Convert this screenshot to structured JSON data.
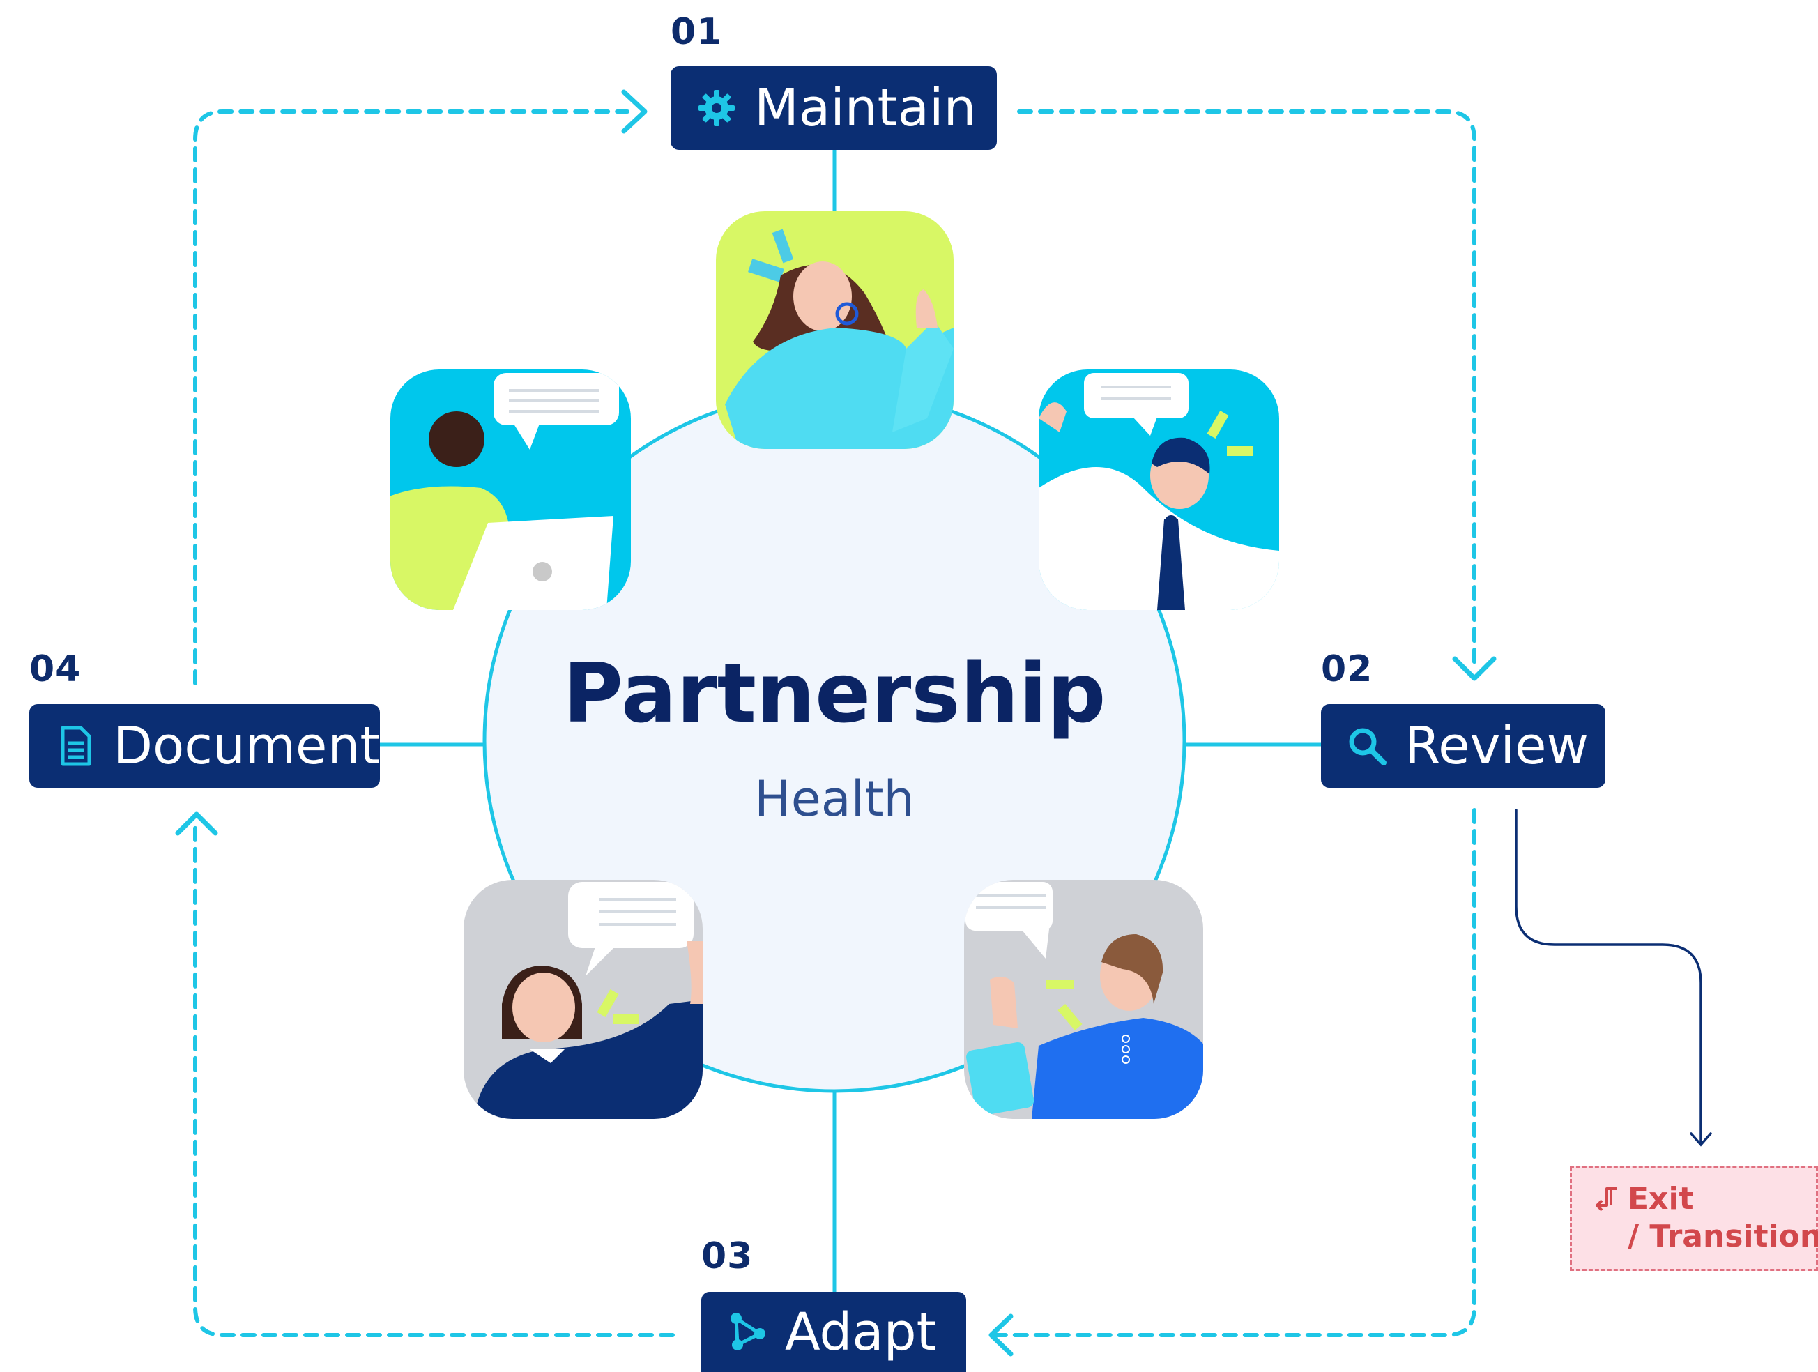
{
  "center": {
    "title": "Partnership",
    "subtitle": "Health"
  },
  "steps": [
    {
      "number": "01",
      "label": "Maintain",
      "icon": "gear-icon"
    },
    {
      "number": "02",
      "label": "Review",
      "icon": "search-icon"
    },
    {
      "number": "03",
      "label": "Adapt",
      "icon": "branch-nodes-icon"
    },
    {
      "number": "04",
      "label": "Document",
      "icon": "document-icon"
    }
  ],
  "exit": {
    "line1": "Exit",
    "line2": "/ Transition",
    "icon": "exit-arrow-icon"
  },
  "colors": {
    "node_bg": "#0b2e73",
    "accent_cyan": "#1ec6e6",
    "center_fill": "#f1f6fd",
    "title_navy": "#0b2464",
    "lime": "#d8f765",
    "exit_red": "#d2484c",
    "exit_bg": "#fde0e6"
  }
}
